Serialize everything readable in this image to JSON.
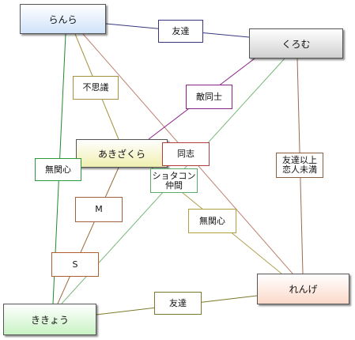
{
  "nodes": {
    "ranra": "らんら",
    "kuromu": "くろむ",
    "akizakura": "あきざくら",
    "renge": "れんげ",
    "kikyou": "ききょう"
  },
  "labels": {
    "yuujin1": "友達",
    "fushigi": "不思議",
    "tekidoushi": "敵同士",
    "doushi": "同志",
    "mukanshin1": "無関心",
    "shota": "ショタコン\n仲間",
    "yuujinijo": "友達以上\n恋人未満",
    "m": "M",
    "mukanshin2": "無関心",
    "s": "S",
    "yuujin2": "友達"
  },
  "colors": {
    "ranra_kuromu": "#383880",
    "ranra_akizakura": "#a89040",
    "ranra_renge": "#c08070",
    "ranra_kikyou": "#1f8a2a",
    "kuromu_akizakura": "#8a228a",
    "kuromu_kikyou": "#7ab87a",
    "kuromu_renge": "#9a6a50",
    "akizakura_kikyou": "#9a6a3a",
    "akizakura_renge": "#b0a050",
    "renge_kikyou": "#7a7a2a"
  }
}
